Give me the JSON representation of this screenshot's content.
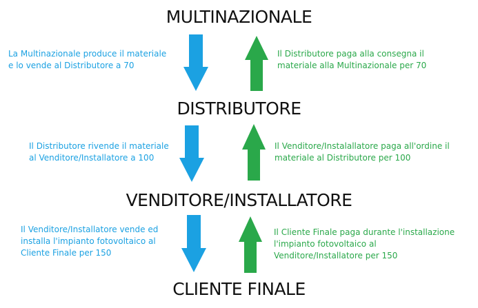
{
  "colors": {
    "down_arrow": "#1ba1e2",
    "up_arrow": "#2aa84a",
    "level_text": "#111111"
  },
  "levels": [
    "MULTINAZIONALE",
    "DISTRIBUTORE",
    "VENDITORE/INSTALLATORE",
    "CLIENTE FINALE"
  ],
  "flows": [
    {
      "down_note": "La Multinazionale produce il materiale\ne lo vende al Distributore a 70",
      "up_note": "Il Distributore paga alla consegna il\nmateriale alla Multinazionale per 70"
    },
    {
      "down_note": "Il Distributore rivende il materiale\nal Venditore/Installatore a 100",
      "up_note": "Il Venditore/Instalallatore paga all'ordine il\nmateriale al Distributore per 100"
    },
    {
      "down_note": "Il Venditore/Installatore vende ed\ninstalla l'impianto fotovoltaico al\nCliente Finale per 150",
      "up_note": "Il Cliente Finale paga durante l'installazione\nl'impianto fotovoltaico al\nVenditore/Installatore per 150"
    }
  ]
}
